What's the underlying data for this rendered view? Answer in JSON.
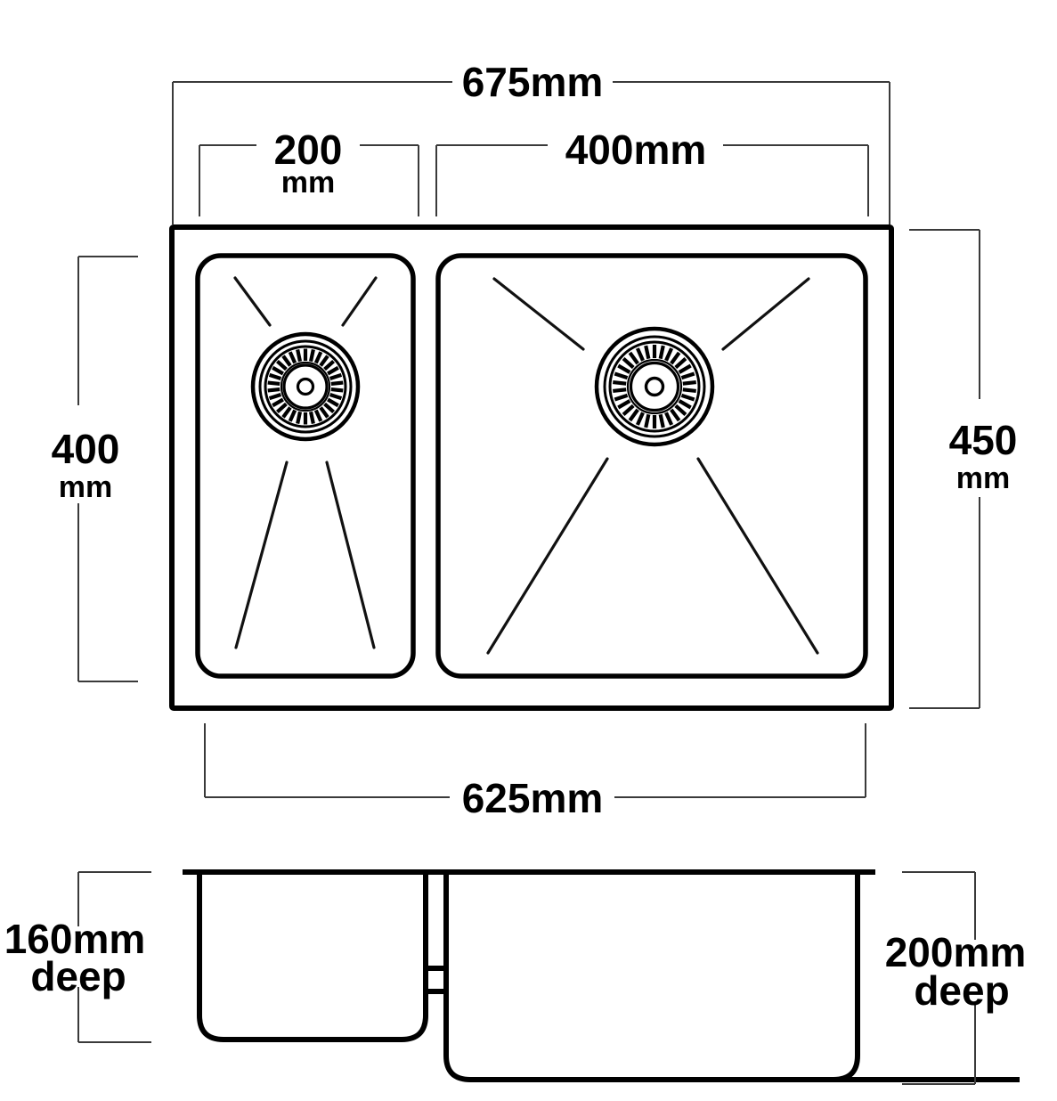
{
  "drawing": {
    "title": "Kitchen sink dimensional drawing",
    "units": "mm",
    "line_color": "#000000",
    "dimension_color": "#2b2b2b",
    "background": "#ffffff"
  },
  "plan_view": {
    "name": "plan-view",
    "dimensions": {
      "overall_width": {
        "value": "675",
        "unit": "mm",
        "label": "675mm",
        "position": "top"
      },
      "small_bowl_width": {
        "value": "200",
        "unit": "mm",
        "line1": "200",
        "line2": "mm",
        "position": "top-left"
      },
      "large_bowl_width": {
        "value": "400",
        "unit": "mm",
        "label": "400mm",
        "position": "top-right"
      },
      "left_depth": {
        "value": "400",
        "unit": "mm",
        "line1": "400",
        "line2": "mm",
        "position": "left"
      },
      "right_depth": {
        "value": "450",
        "unit": "mm",
        "line1": "450",
        "line2": "mm",
        "position": "right"
      },
      "cutout_width": {
        "value": "625",
        "unit": "mm",
        "label": "625mm",
        "position": "bottom"
      }
    },
    "bowls": [
      {
        "name": "small-bowl",
        "drain": "drain-strainer-icon"
      },
      {
        "name": "large-bowl",
        "drain": "drain-strainer-icon"
      }
    ]
  },
  "section_view": {
    "name": "section-view",
    "dimensions": {
      "left_bowl_depth": {
        "line1": "160mm",
        "line2": "deep",
        "value": "160",
        "unit": "mm"
      },
      "right_bowl_depth": {
        "line1": "200mm",
        "line2": "deep",
        "value": "200",
        "unit": "mm"
      }
    },
    "bowls": [
      {
        "name": "section-small-bowl",
        "depth_label": "160mm deep"
      },
      {
        "name": "section-large-bowl",
        "depth_label": "200mm deep"
      }
    ]
  }
}
